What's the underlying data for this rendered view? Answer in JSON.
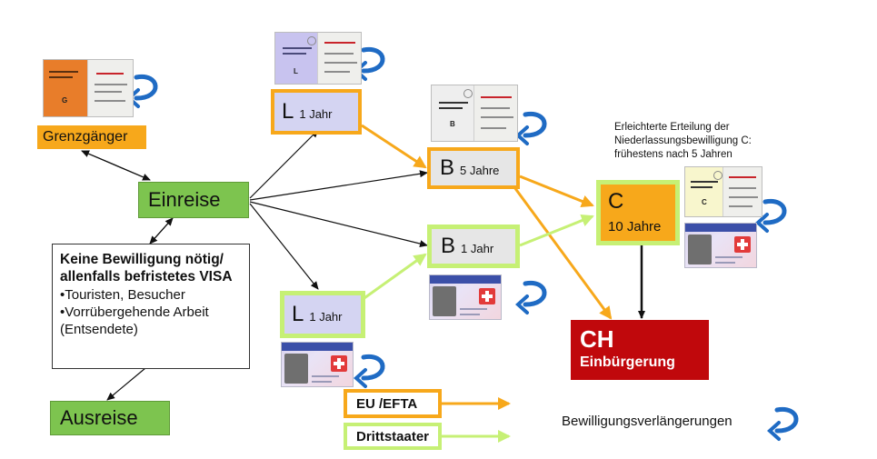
{
  "nodes": {
    "grenzgaenger": {
      "label": "Grenzgänger"
    },
    "einreise": {
      "label": "Einreise"
    },
    "keine_bewilligung": {
      "title": "Keine Bewilligung nötig/ allenfalls befristetes VISA",
      "items": [
        "•Touristen, Besucher",
        "•Vorrübergehende Arbeit (Entsendete)"
      ]
    },
    "ausreise": {
      "label": "Ausreise"
    },
    "l_eu": {
      "letter": "L",
      "duration": "1 Jahr"
    },
    "l_dritt": {
      "letter": "L",
      "duration": "1 Jahr"
    },
    "b_eu": {
      "letter": "B",
      "duration": "5 Jahre"
    },
    "b_dritt": {
      "letter": "B",
      "duration": "1 Jahr"
    },
    "c": {
      "letter": "C",
      "duration": "10 Jahre"
    },
    "ch": {
      "title": "CH",
      "subtitle": "Einbürgerung"
    }
  },
  "note": "Erleichterte Erteilung der Niederlassungsbewilligung C: frühestens nach 5 Jahren",
  "legend": {
    "eu_efta": "EU /EFTA",
    "drittstaater": "Drittstaater",
    "renewals": "Bewilligungsverlängerungen"
  },
  "doc_letters": {
    "g": "G",
    "l": "L",
    "b": "B",
    "c": "C"
  },
  "colors": {
    "eu_efta": "#f7a81b",
    "drittstaater": "#c6f075",
    "green_box": "#7dc44f",
    "orange_box": "#f7a81b",
    "ch_red": "#c0080c",
    "arrow_blue": "#1f6bc4",
    "lavender": "#d4d4f2"
  }
}
